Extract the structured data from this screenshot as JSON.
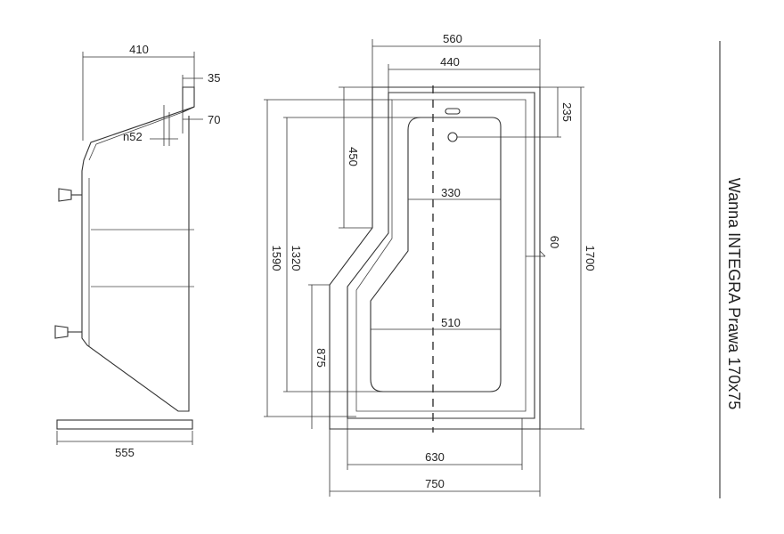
{
  "title": "Wanna INTEGRA Prawa 170x75",
  "side_view": {
    "width_top": "410",
    "width_bottom": "555",
    "dim_35": "35",
    "dim_70": "70",
    "dim_n52": "n52"
  },
  "top_view": {
    "width_560": "560",
    "width_440": "440",
    "width_330": "330",
    "width_510": "510",
    "width_630": "630",
    "width_750": "750",
    "height_1700": "1700",
    "height_1590": "1590",
    "height_1320": "1320",
    "height_450": "450",
    "height_875": "875",
    "dim_235": "235",
    "dim_60": "60"
  }
}
